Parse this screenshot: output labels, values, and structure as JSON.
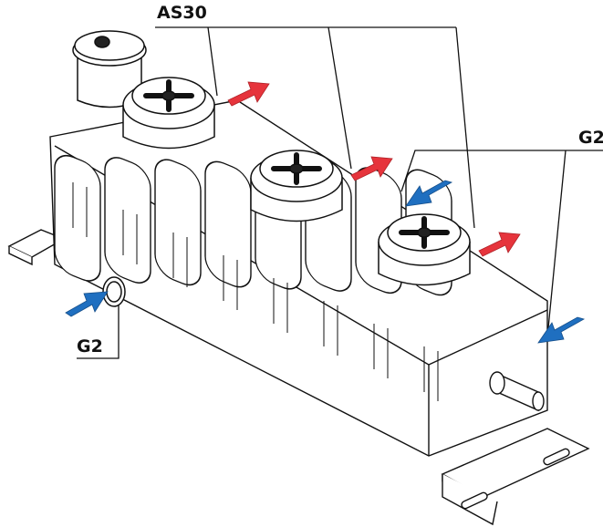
{
  "labels": {
    "model": "AS30",
    "inlet_left": "G2",
    "inlet_right": "G2"
  },
  "colors": {
    "outlet_arrow": "#e6343c",
    "inlet_arrow": "#1f6fc0",
    "line": "#111111"
  },
  "icons": {
    "outlet": "red-arrow-icon",
    "inlet": "blue-arrow-icon"
  }
}
